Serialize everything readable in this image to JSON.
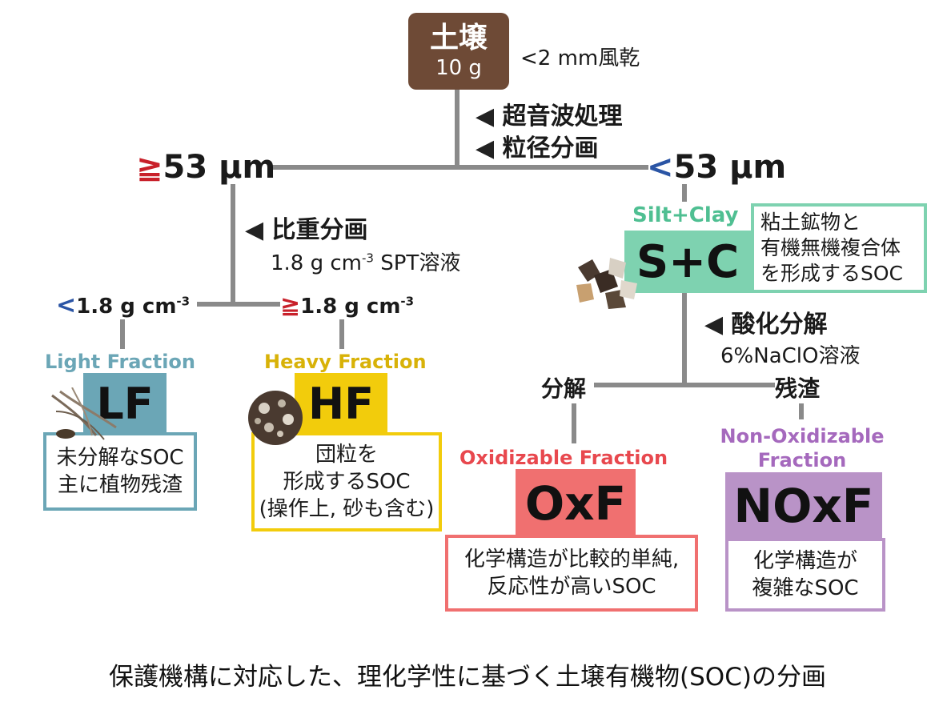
{
  "soil": {
    "label": "土壌",
    "amount": "10 g",
    "note": "<2 mm風乾"
  },
  "step1": {
    "line1": "超音波処理",
    "line2": "粒径分画"
  },
  "coarse": {
    "symbol": "≧",
    "label": "53 µm"
  },
  "fine": {
    "symbol": "<",
    "label": "53 µm"
  },
  "step2": {
    "label": "比重分画",
    "solution": "1.8 g cm",
    "exponent": "-3",
    "solution_suffix": " SPT溶液"
  },
  "light_threshold": {
    "symbol": "<",
    "label": "1.8 g cm",
    "exponent": "-3"
  },
  "heavy_threshold": {
    "symbol": "≧",
    "label": "1.8 g cm",
    "exponent": "-3"
  },
  "lf": {
    "english": "Light Fraction",
    "abbr": "LF",
    "desc1": "未分解なSOC",
    "desc2": "主に植物残渣"
  },
  "hf": {
    "english": "Heavy Fraction",
    "abbr": "HF",
    "desc1": "団粒を",
    "desc2": "形成するSOC",
    "desc3": "(操作上, 砂も含む)"
  },
  "sc": {
    "english": "Silt+Clay",
    "abbr": "S+C",
    "desc1": "粘土鉱物と",
    "desc2": "有機無機複合体",
    "desc3": "を形成するSOC"
  },
  "step3": {
    "label": "酸化分解",
    "solution": "6%NaClO溶液"
  },
  "decomp_label": "分解",
  "residue_label": "残渣",
  "oxf": {
    "english": "Oxidizable Fraction",
    "abbr": "OxF",
    "desc1": "化学構造が比較的単純,",
    "desc2": "反応性が高いSOC"
  },
  "noxf": {
    "english1": "Non-Oxidizable",
    "english2": "Fraction",
    "abbr": "NOxF",
    "desc1": "化学構造が",
    "desc2": "複雑なSOC"
  },
  "caption": "保護機構に対応した、理化学性に基づく土壌有機物(SOC)の分画",
  "colors": {
    "soil": "#6e4a36",
    "lf": "#6ba6b6",
    "hf": "#f2cc0c",
    "sc": "#7ed2b0",
    "oxf": "#f07070",
    "noxf": "#b993c7",
    "red": "#c8202a",
    "blue": "#2b55a5",
    "line": "#8a8a8a"
  }
}
